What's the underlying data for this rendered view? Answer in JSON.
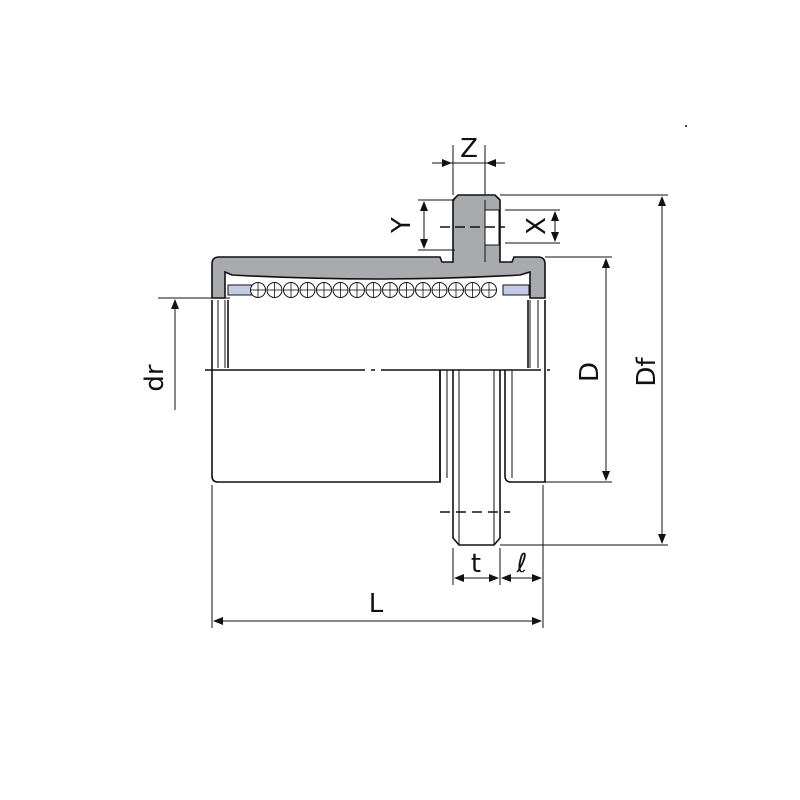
{
  "diagram": {
    "labels": {
      "z": "Z",
      "y": "Y",
      "x": "X",
      "dr": "dr",
      "d": "D",
      "df": "Df",
      "t": "t",
      "l_small": "ℓ",
      "l_total": "L"
    },
    "colors": {
      "housing": "#a9aaad",
      "seal": "#c5cbe6",
      "line": "#111111"
    }
  }
}
